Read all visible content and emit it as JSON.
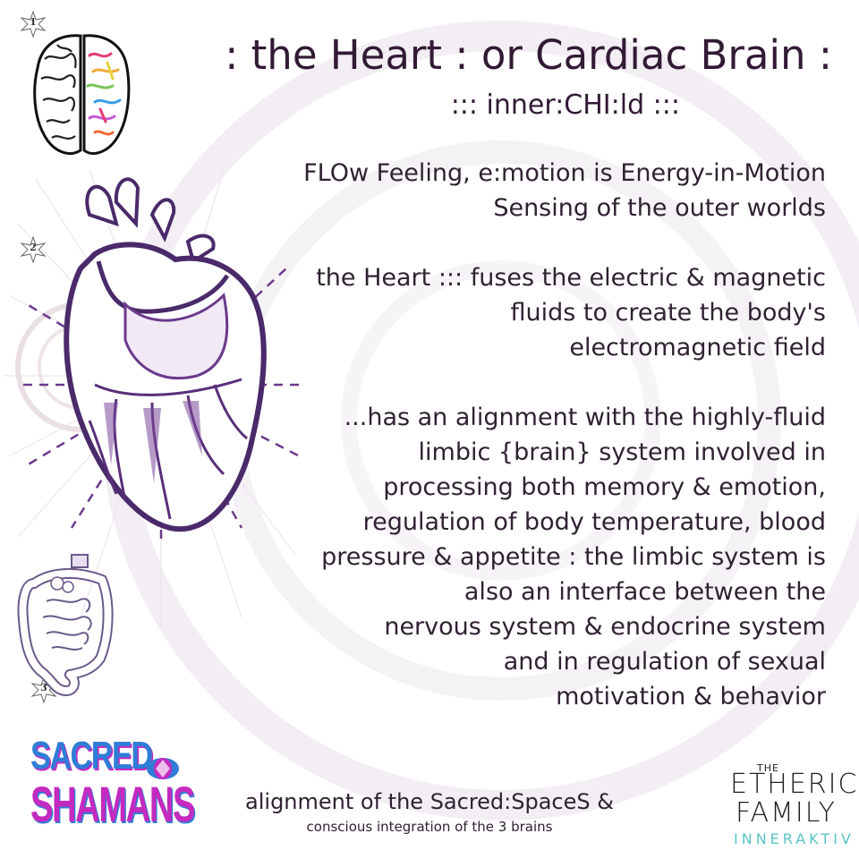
{
  "title": ": the Heart : or Cardiac Brain :",
  "subtitle": "::: inner:CHI:ld :::",
  "markers": [
    "1",
    "2",
    "3"
  ],
  "body": {
    "p1": [
      "FLOw Feeling, e:motion is Energy-in-Motion",
      "Sensing of the outer worlds"
    ],
    "p2": [
      "the Heart ::: fuses the electric & magnetic",
      "fluids to create the body's",
      "electromagnetic field"
    ],
    "p3": [
      "...has an alignment with the highly-fluid",
      "limbic {brain} system involved in",
      "processing both memory & emotion,",
      "regulation of body temperature, blood",
      "pressure & appetite : the limbic system is",
      "also an interface between the",
      "nervous system & endocrine system",
      "and in regulation of sexual",
      "motivation & behavior"
    ]
  },
  "footer": {
    "main": "alignment of the Sacred:SpaceS &",
    "sub": "conscious integration of the 3 brains"
  },
  "logos": {
    "sacred_shamans": {
      "line1": "SACRED",
      "line2": "SHAMANS"
    },
    "etheric_family": {
      "the": "THE",
      "line1": "ETHERIC",
      "line2": "FAMILY",
      "line3": "INNERAKTIV"
    }
  },
  "images": {
    "brain": "brain-illustration",
    "heart": "anatomical-heart-illustration",
    "gut": "intestine-illustration"
  },
  "colors": {
    "heart_purple": "#6b3a8c",
    "text_dark": "#321a35",
    "sacred_blue": "#2f7dd6",
    "sacred_magenta": "#c42ac0",
    "etheric_teal": "#59c3c6"
  }
}
